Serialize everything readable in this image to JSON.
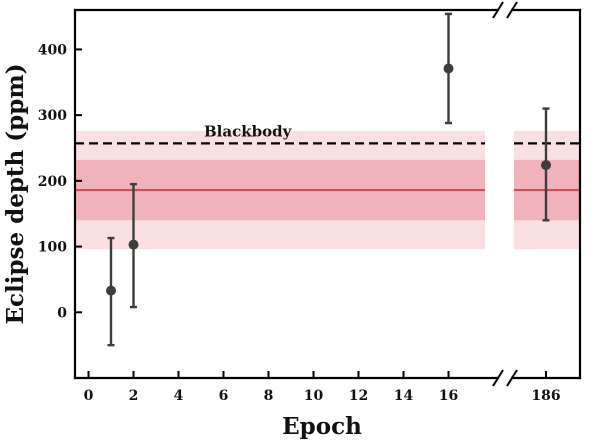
{
  "chart_data": {
    "type": "scatter",
    "xlabel": "Epoch",
    "ylabel": "Eclipse depth (ppm)",
    "broken_x_axis": true,
    "x_segments": [
      {
        "xlim": [
          -0.6,
          18.2
        ],
        "ticks": [
          0,
          2,
          4,
          6,
          8,
          10,
          12,
          14,
          16
        ]
      },
      {
        "xlim": [
          184.3,
          187.7
        ],
        "ticks": [
          186
        ]
      }
    ],
    "ylim": [
      -100,
      460
    ],
    "yticks": [
      0,
      100,
      200,
      300,
      400
    ],
    "grid": false,
    "points": [
      {
        "x": 1,
        "y": 33,
        "yerr_low": 83,
        "yerr_high": 80
      },
      {
        "x": 2,
        "y": 103,
        "yerr_low": 95,
        "yerr_high": 92
      },
      {
        "x": 16,
        "y": 371,
        "yerr_low": 83,
        "yerr_high": 83
      },
      {
        "x": 186,
        "y": 224,
        "yerr_low": 84,
        "yerr_high": 86
      }
    ],
    "mean_line": {
      "y": 186,
      "color": "#d14b5b"
    },
    "band_1sigma": [
      140,
      232
    ],
    "band_2sigma": [
      96,
      276
    ],
    "reference_line": {
      "y": 257,
      "label": "Blackbody",
      "style": "dashed",
      "color": "#000000"
    },
    "colors": {
      "points": "#3d3d3d",
      "band_1sigma": "#f0b3bc",
      "band_2sigma": "#fbe0e3"
    }
  }
}
